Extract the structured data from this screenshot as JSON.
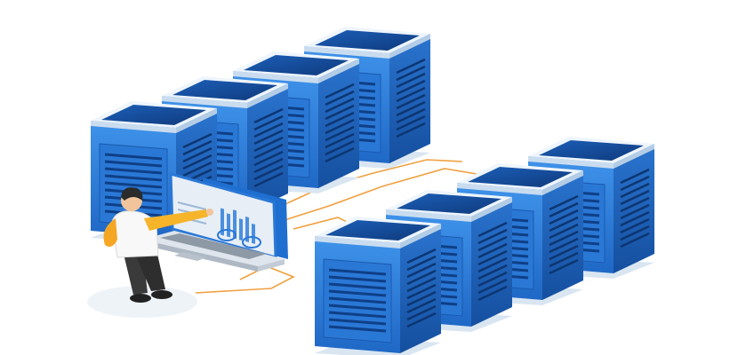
{
  "scene": {
    "subject": "server-racks-with-technician-at-laptop",
    "server_count": 8,
    "colors": {
      "background": "#ffffff",
      "server_front": "#2f7fd8",
      "server_side": "#1f5fb4",
      "server_top_frame": "#e9f2fb",
      "server_top_panel": "#154a95",
      "vent": "#0f3f86",
      "base": "#d9e6f2",
      "cable": "#f0a040",
      "shirt": "#f8f8f8",
      "arm": "#f5b429",
      "pants": "#3a3a3a",
      "skin": "#f2c49b",
      "hair": "#2b2b2b"
    },
    "icons": {
      "laptop": "laptop-icon",
      "person": "technician-figure",
      "servers": "server-rack-icon"
    }
  }
}
